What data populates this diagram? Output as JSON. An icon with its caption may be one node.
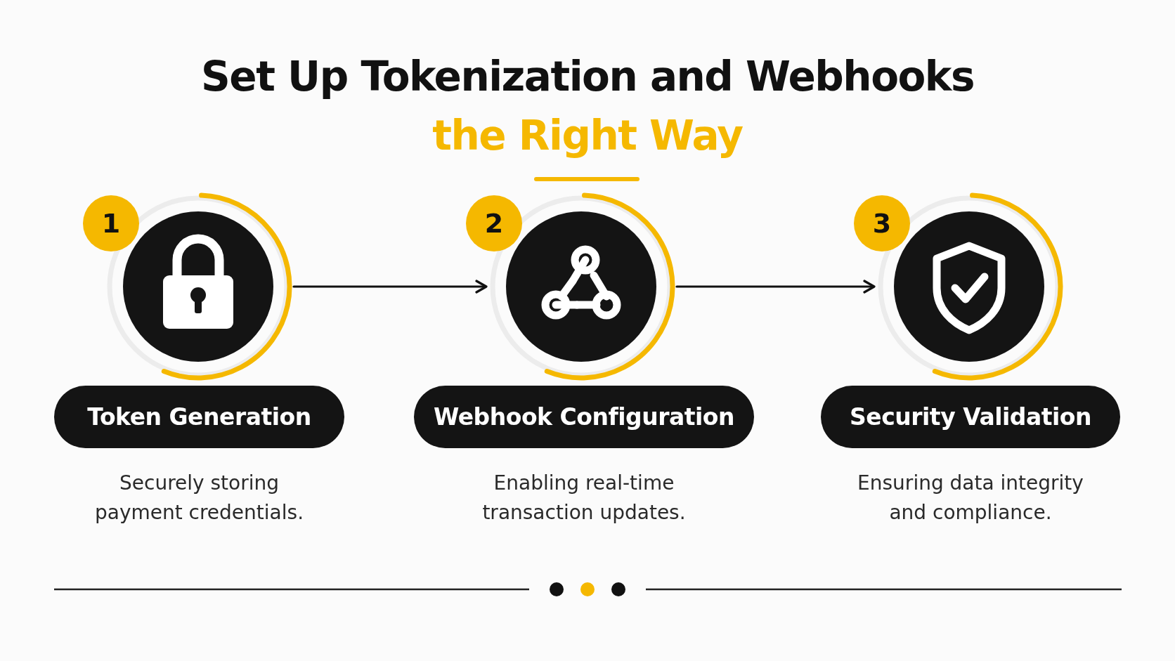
{
  "diagram": {
    "title": "Set Up Tokenization and Webhooks",
    "nodes": [
      {
        "text": [],
        "shape": "circle",
        "beside": [
          "1"
        ]
      },
      {
        "text": [
          "Token Generation"
        ],
        "beside": [
          "Securely storing payment credentials."
        ]
      },
      {
        "text": [],
        "shape": "circle",
        "beside": [
          "2"
        ]
      },
      {
        "text": [
          "Webhook Configuration"
        ],
        "beside": [
          "Enabling real-time transaction updates."
        ]
      },
      {
        "text": [],
        "shape": "circle",
        "beside": [
          "3"
        ]
      },
      {
        "text": [
          "Security Validation"
        ],
        "beside": [
          "Ensuring data integrity and compliance."
        ]
      }
    ],
    "edges": [
      {
        "from": 0,
        "to": 2,
        "arrow": "to"
      },
      {
        "from": 2,
        "to": 4,
        "arrow": "to"
      }
    ],
    "labels": [
      "the Right Way"
    ]
  }
}
